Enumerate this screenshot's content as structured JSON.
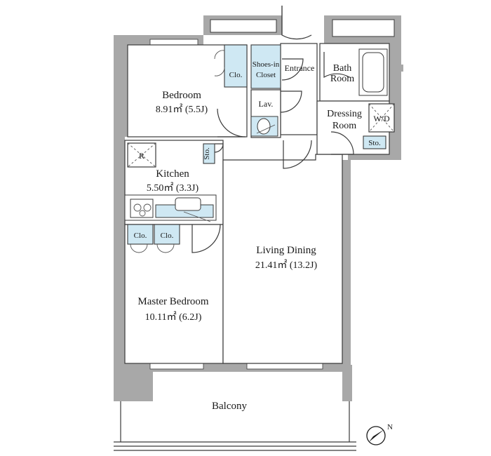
{
  "rooms": {
    "bedroom": {
      "name": "Bedroom",
      "area": "8.91㎡ (5.5J)"
    },
    "kitchen": {
      "name": "Kitchen",
      "area": "5.50㎡ (3.3J)"
    },
    "living": {
      "name": "Living Dining",
      "area": "21.41㎡ (13.2J)"
    },
    "master": {
      "name": "Master Bedroom",
      "area": "10.11㎡ (6.2J)"
    },
    "balcony": {
      "name": "Balcony"
    },
    "entrance": {
      "name": "Entrance"
    },
    "bath": {
      "line1": "Bath",
      "line2": "Room"
    },
    "dressing": {
      "line1": "Dressing",
      "line2": "Room"
    },
    "shoes": {
      "line1": "Shoes-in",
      "line2": "Closet"
    },
    "lav": {
      "name": "Lav."
    },
    "wd": {
      "name": "W/D"
    },
    "fridge": {
      "name": "R"
    }
  },
  "storage": {
    "bedroom_clo": "Clo.",
    "master_clo_1": "Clo.",
    "master_clo_2": "Clo.",
    "kitchen_sto": "Sto.",
    "dressing_sto": "Sto."
  },
  "compass": {
    "label": "N"
  },
  "colors": {
    "wall": "#a8a8a8",
    "fixture": "#cfe8f3"
  }
}
